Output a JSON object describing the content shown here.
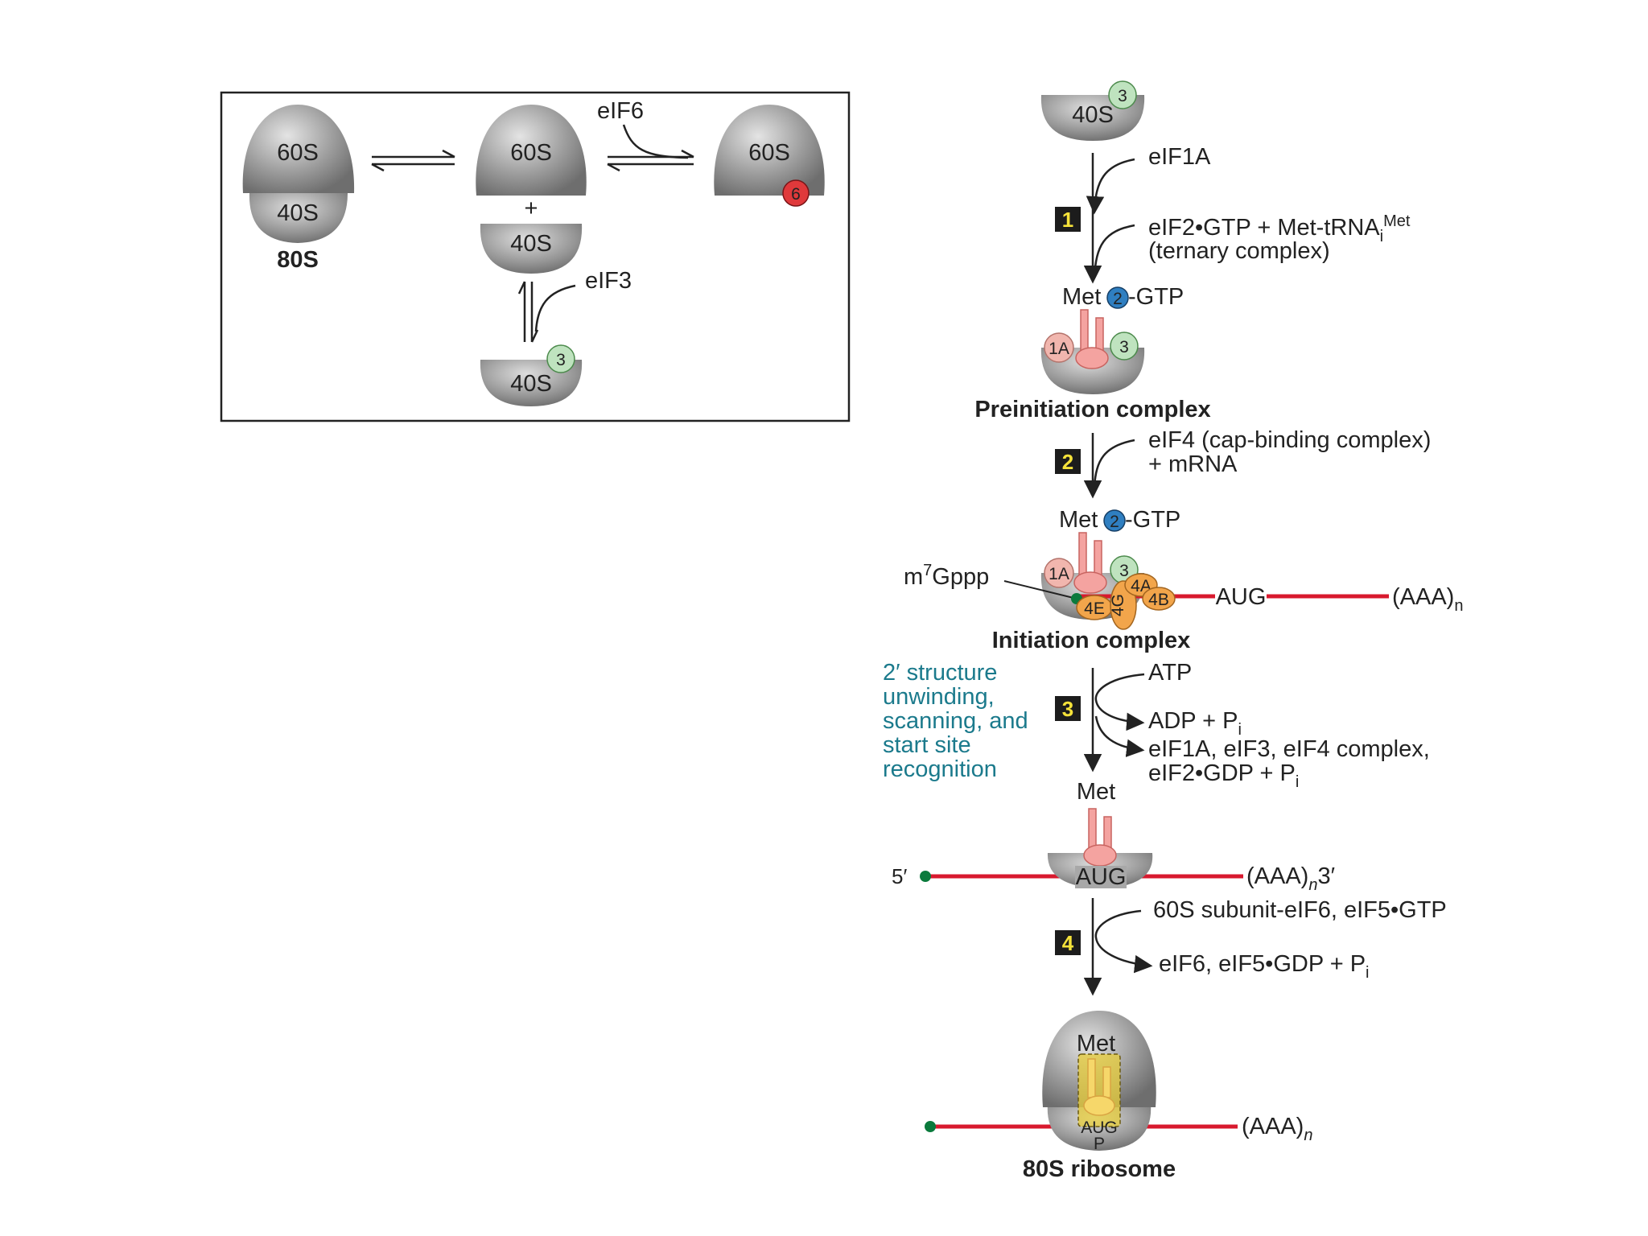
{
  "colors": {
    "subunit_gray": "#8f8f8f",
    "mrna_red": "#d8192e",
    "cap_green": "#0a7a3c",
    "eif3_green": "#bfe3bf",
    "eif1a_pink": "#f1b6ae",
    "eif2_blue": "#2f7fc1",
    "eif4_orange": "#f2a54b",
    "eif6_red": "#e0393b",
    "trna_pink": "#f4a3a0",
    "step_box": "#1c1c1c",
    "step_num": "#f5e23a",
    "teal_note": "#1b7a8c"
  },
  "inset": {
    "s80": {
      "top": "60S",
      "bottom": "40S",
      "caption": "80S"
    },
    "dissoc": {
      "top": "60S",
      "plus": "+",
      "bottom": "40S"
    },
    "eif6": {
      "label": "eIF6",
      "subunit": "60S",
      "badge": "6"
    },
    "eif3": {
      "label": "eIF3",
      "subunit": "40S",
      "badge": "3"
    }
  },
  "pathway": {
    "top": {
      "subunit": "40S",
      "badge": "3"
    },
    "step1": {
      "num": "1",
      "factor1": "eIF1A",
      "factor2a": "eIF2•GTP + Met-tRNA",
      "factor2_sub": "i",
      "factor2_sup": "Met",
      "factor2b": "(ternary complex)"
    },
    "met_gtp": {
      "met": "Met",
      "badge": "2",
      "gtp": "-GTP"
    },
    "preinit": {
      "badge_1a": "1A",
      "badge_3": "3",
      "caption": "Preinitiation complex"
    },
    "step2": {
      "num": "2",
      "line1": "eIF4 (cap-binding complex)",
      "line2": "+ mRNA"
    },
    "init": {
      "met": "Met",
      "badge": "2",
      "gtp": "-GTP",
      "cap": "m",
      "cap_sup": "7",
      "cap_rest": "Gppp",
      "b1a": "1A",
      "b3": "3",
      "b4a": "4A",
      "b4b": "4B",
      "b4e": "4E",
      "b4g": "4G",
      "aug": "AUG",
      "polya": "(AAA)",
      "polya_sub": "n",
      "caption": "Initiation complex"
    },
    "step3": {
      "num": "3",
      "note": [
        "2′ structure",
        "unwinding,",
        "scanning, and",
        "start site",
        "recognition"
      ],
      "in": "ATP",
      "out1": "ADP + P",
      "out1_sub": "i",
      "out2a": "eIF1A, eIF3, eIF4 complex,",
      "out2b": "eIF2•GDP + P",
      "out2b_sub": "i"
    },
    "scan": {
      "met": "Met",
      "five": "5′",
      "aug": "AUG",
      "polya": "(AAA)",
      "polya_sub": "n",
      "three": "3′"
    },
    "step4": {
      "num": "4",
      "in": "60S subunit-eIF6, eIF5•GTP",
      "out": "eIF6, eIF5•GDP + P",
      "out_sub": "i"
    },
    "final": {
      "met": "Met",
      "aug": "AUG",
      "p": "P",
      "polya": "(AAA)",
      "polya_sub": "n",
      "caption": "80S ribosome"
    }
  }
}
